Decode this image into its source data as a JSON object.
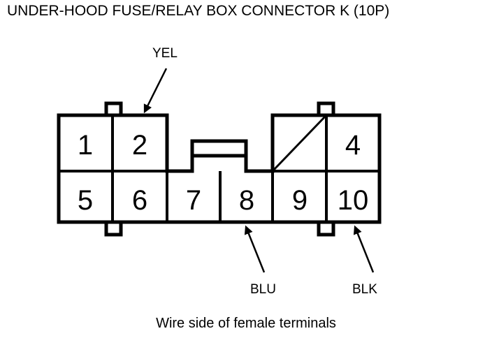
{
  "diagram": {
    "title": "UNDER-HOOD FUSE/RELAY BOX CONNECTOR K (10P)",
    "caption": "Wire side of female terminals",
    "connector": {
      "cavity_count": "10",
      "top_row": [
        {
          "number": "1",
          "blank": false
        },
        {
          "number": "2",
          "blank": false
        },
        {
          "number": "",
          "blank": true
        },
        {
          "number": "4",
          "blank": false
        }
      ],
      "bottom_row": [
        {
          "number": "5",
          "blank": false
        },
        {
          "number": "6",
          "blank": false
        },
        {
          "number": "7",
          "blank": false
        },
        {
          "number": "8",
          "blank": false
        },
        {
          "number": "9",
          "blank": false
        },
        {
          "number": "10",
          "blank": false
        }
      ]
    },
    "wire_labels": [
      {
        "id": "yel",
        "text": "YEL",
        "points_to_cavity": "2"
      },
      {
        "id": "blu",
        "text": "BLU",
        "points_to_cavity": "8"
      },
      {
        "id": "blk",
        "text": "BLK",
        "points_to_cavity": "10"
      }
    ],
    "colors": {
      "line": "#000000",
      "background": "#ffffff"
    }
  }
}
